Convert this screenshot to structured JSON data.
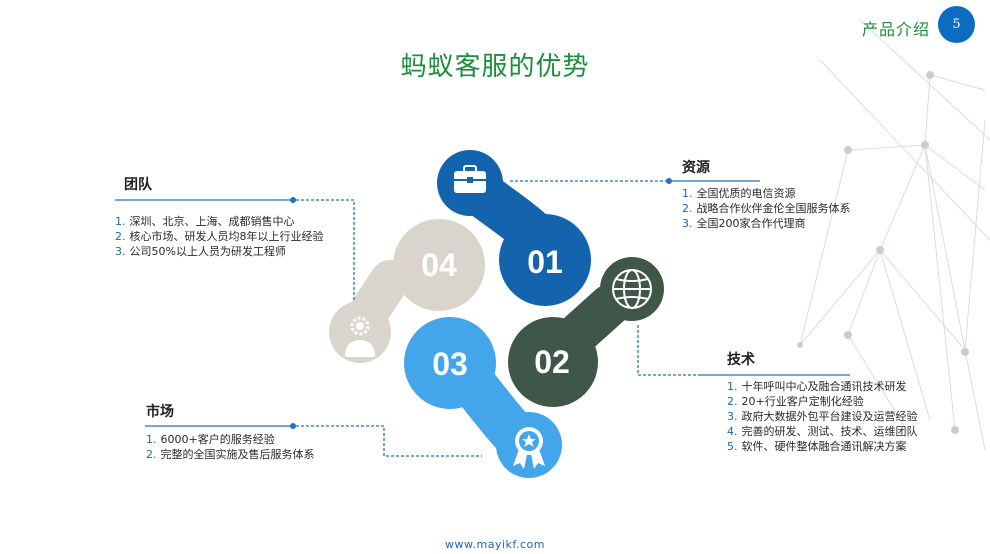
{
  "header": {
    "label": "产品介绍",
    "page_number": "5"
  },
  "title": "蚂蚁客服的优势",
  "hub": {
    "numbers": [
      "01",
      "02",
      "03",
      "04"
    ]
  },
  "sections": {
    "resources": {
      "heading": "资源",
      "items": [
        {
          "num": "1.",
          "text": "全国优质的电信资源"
        },
        {
          "num": "2.",
          "text": "战略合作伙伴金伦全国服务体系"
        },
        {
          "num": "3.",
          "text": "全国200家合作代理商"
        }
      ]
    },
    "team": {
      "heading": "团队",
      "items": [
        {
          "num": "1.",
          "text": "深圳、北京、上海、成都销售中心"
        },
        {
          "num": "2.",
          "text": "核心市场、研发人员均8年以上行业经验"
        },
        {
          "num": "3.",
          "text": "公司50%以上人员为研发工程师"
        }
      ]
    },
    "technology": {
      "heading": "技术",
      "items": [
        {
          "num": "1.",
          "text": "十年呼叫中心及融合通讯技术研发"
        },
        {
          "num": "2.",
          "text": "20+行业客户定制化经验"
        },
        {
          "num": "3.",
          "text": "政府大数据外包平台建设及运营经验"
        },
        {
          "num": "4.",
          "text": "完善的研发、测试、技术、运维团队"
        },
        {
          "num": "5.",
          "text": "软件、硬件整体融合通讯解决方案"
        }
      ]
    },
    "market": {
      "heading": "市场",
      "items": [
        {
          "num": "1.",
          "text": "6000+客户的服务经验"
        },
        {
          "num": "2.",
          "text": "完整的全国实施及售后服务体系"
        }
      ]
    }
  },
  "footer": {
    "url": "www.mayikf.com"
  },
  "colors": {
    "blue_dark": "#1463ad",
    "blue_light": "#43a5ea",
    "slate_green": "#3f5748",
    "beige": "#d9d4cc",
    "title_green": "#1d8e3c",
    "connector_blue": "#2670c2"
  },
  "icons": [
    "briefcase-icon",
    "globe-icon",
    "award-badge-icon",
    "person-gear-icon"
  ]
}
